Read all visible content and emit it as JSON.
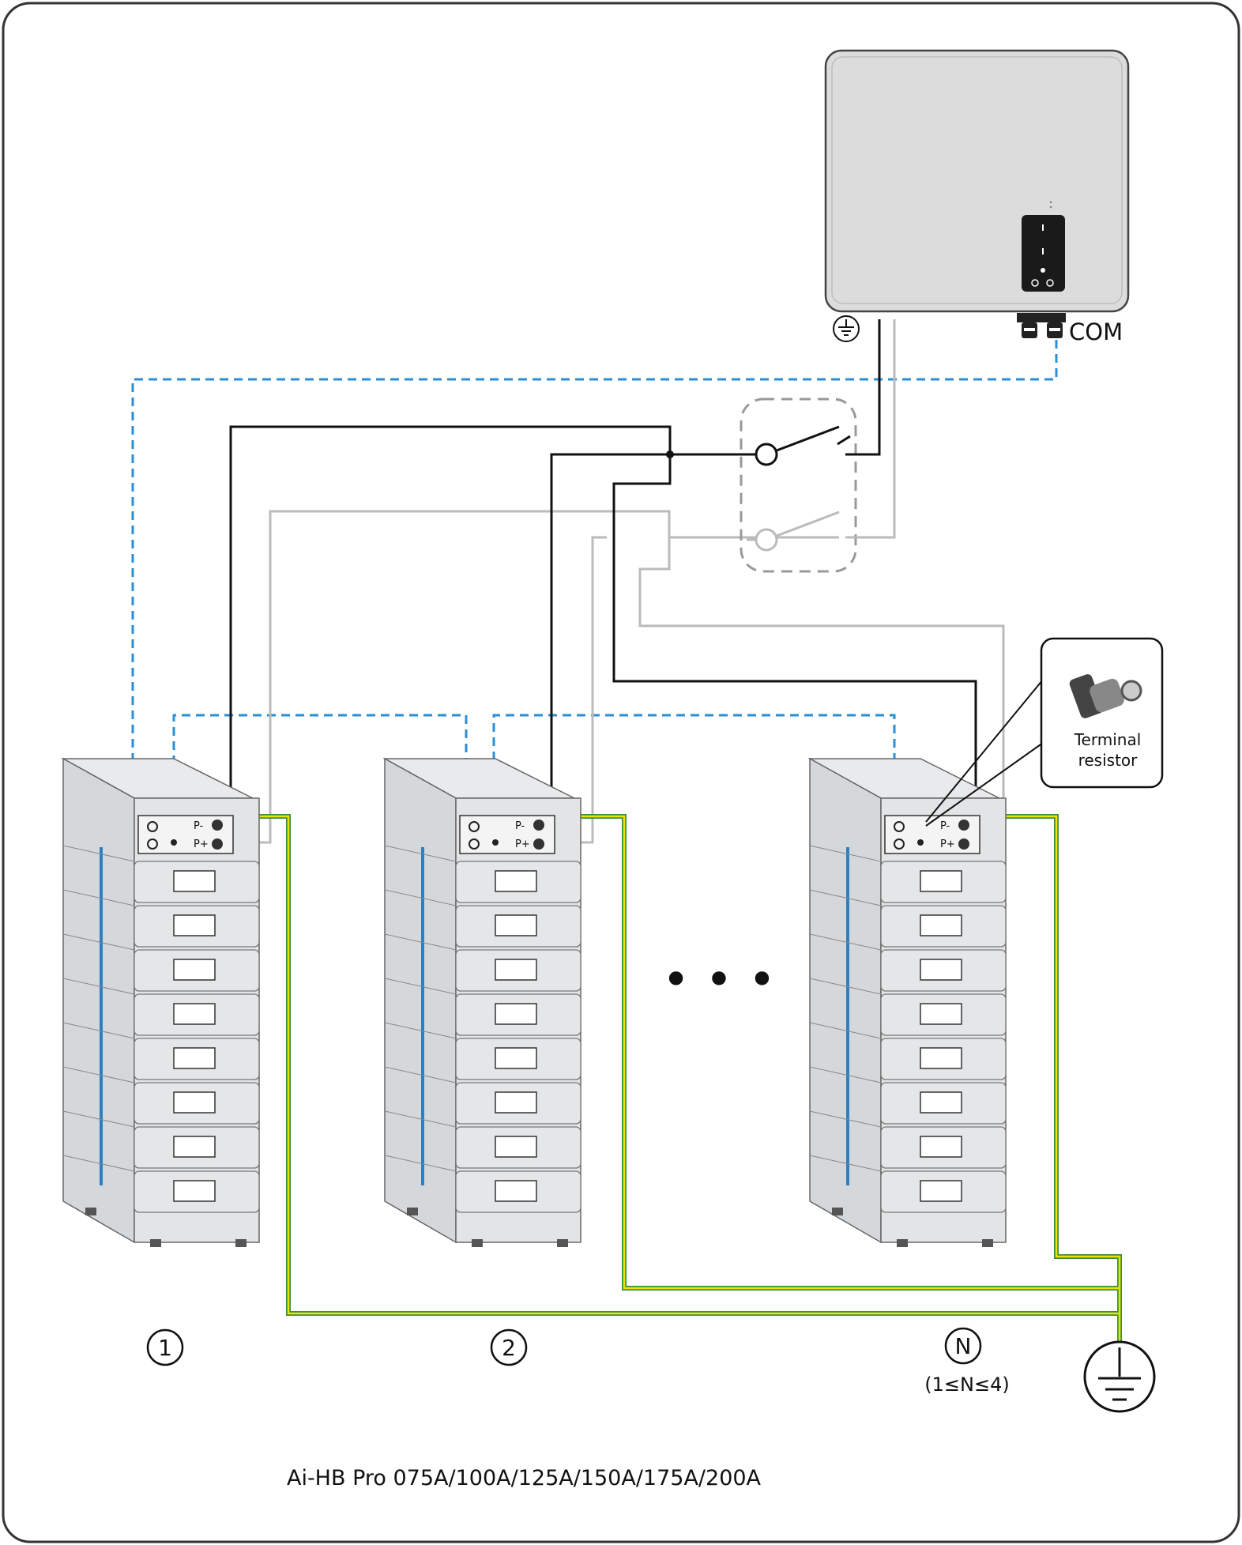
{
  "inverter": {
    "com_label": "COM",
    "ground_symbol": "⏚"
  },
  "units": [
    {
      "id": "unit-1",
      "number_label": "1",
      "sub_label": "",
      "terminal_labels": [
        "P-",
        "P+"
      ]
    },
    {
      "id": "unit-2",
      "number_label": "2",
      "sub_label": "",
      "terminal_labels": [
        "P-",
        "P+"
      ]
    },
    {
      "id": "unit-n",
      "number_label": "N",
      "sub_label": "(1≤N≤4)",
      "terminal_labels": [
        "P-",
        "P+"
      ]
    }
  ],
  "ellipsis": "• • •",
  "callout": {
    "line1": "Terminal",
    "line2": "resistor"
  },
  "footer": "Ai-HB Pro 075A/100A/125A/150A/175A/200A",
  "colors": {
    "power_negative": "#111111",
    "power_positive": "#bbbbbb",
    "communication": "#2a8fd6",
    "ground_yellow": "#e8e600",
    "ground_green": "#3c8f3c",
    "battery_body": "#e2e4e6",
    "battery_accent": "#2f7fc0"
  },
  "icons": [
    "ground-icon",
    "breaker-icon",
    "terminal-resistor-icon",
    "earth-ground-icon"
  ]
}
